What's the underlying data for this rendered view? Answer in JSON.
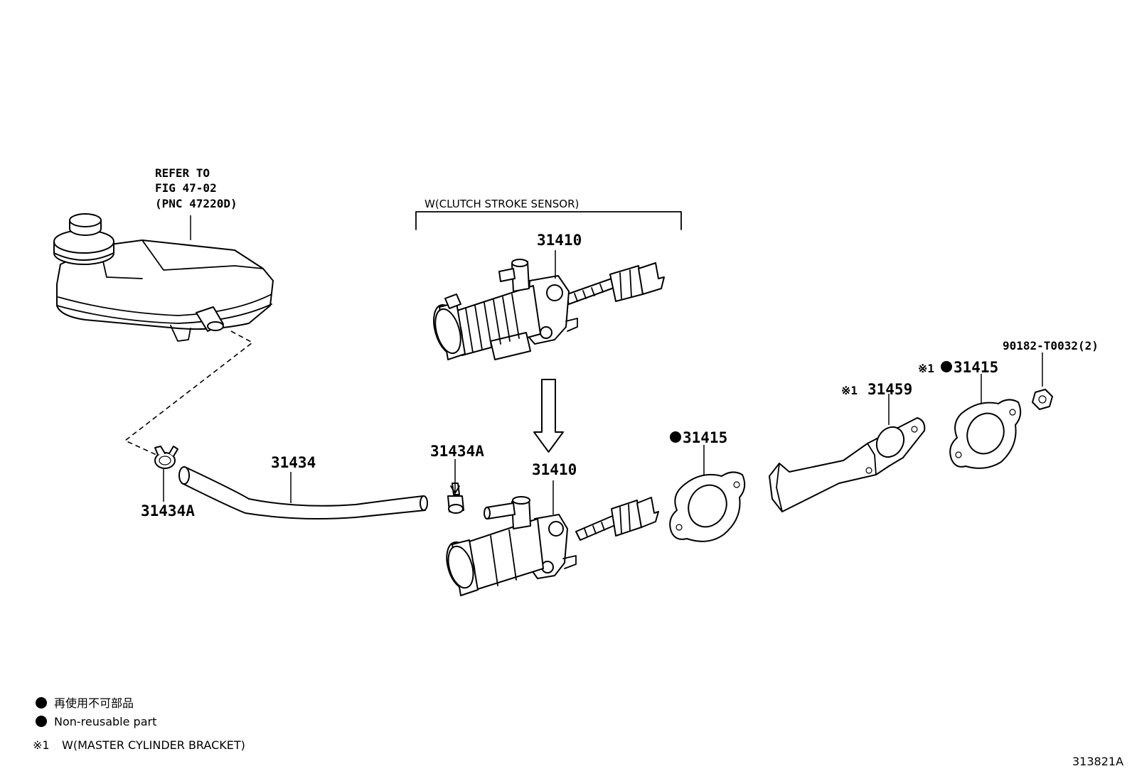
{
  "reference_note": {
    "line1": "REFER TO",
    "line2": "FIG 47-02",
    "line3": "(PNC 47220D)"
  },
  "variant_label": "W(CLUTCH STROKE SENSOR)",
  "parts": {
    "master_cylinder_upper": "31410",
    "master_cylinder_lower": "31410",
    "hose": "31434",
    "clamp_left": "31434A",
    "clamp_right": "31434A",
    "gasket_front": "31415",
    "bracket": "31459",
    "gasket_rear": "31415",
    "nut": "90182-T0032(2)"
  },
  "markers": {
    "bracket_marker": "※1",
    "gasket_rear_marker": "※1"
  },
  "legend": {
    "non_reusable_jp": "再使用不可部品",
    "non_reusable_en": "Non-reusable part",
    "note1_marker": "※1",
    "note1_text": "W(MASTER CYLINDER BRACKET)"
  },
  "figure_id": "313821A"
}
